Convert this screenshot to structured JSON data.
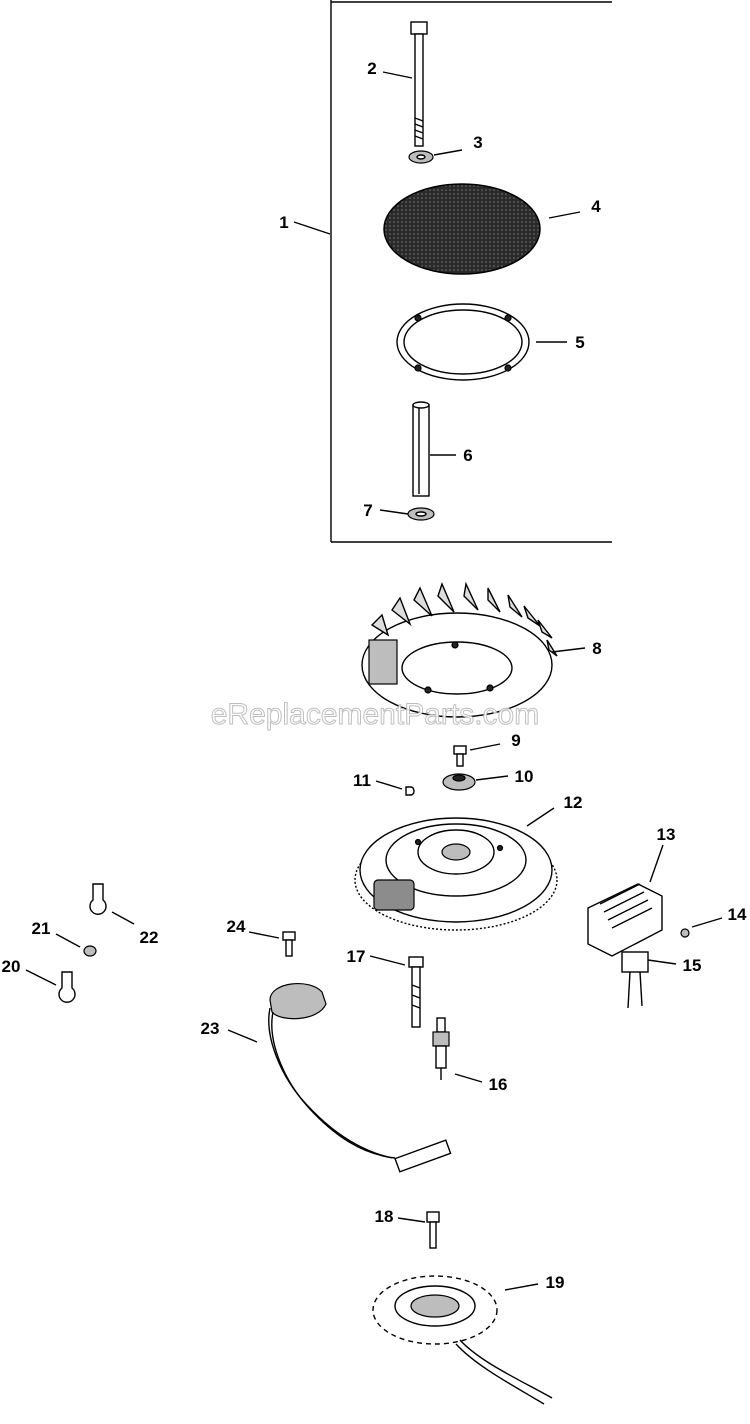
{
  "watermark": "eReplacementParts.com",
  "callouts": {
    "c1": "1",
    "c2": "2",
    "c3": "3",
    "c4": "4",
    "c5": "5",
    "c6": "6",
    "c7": "7",
    "c8": "8",
    "c9": "9",
    "c10": "10",
    "c11": "11",
    "c12": "12",
    "c13": "13",
    "c14": "14",
    "c15": "15",
    "c16": "16",
    "c17": "17",
    "c18": "18",
    "c19": "19",
    "c20": "20",
    "c21": "21",
    "c22": "22",
    "c23": "23",
    "c24": "24"
  }
}
